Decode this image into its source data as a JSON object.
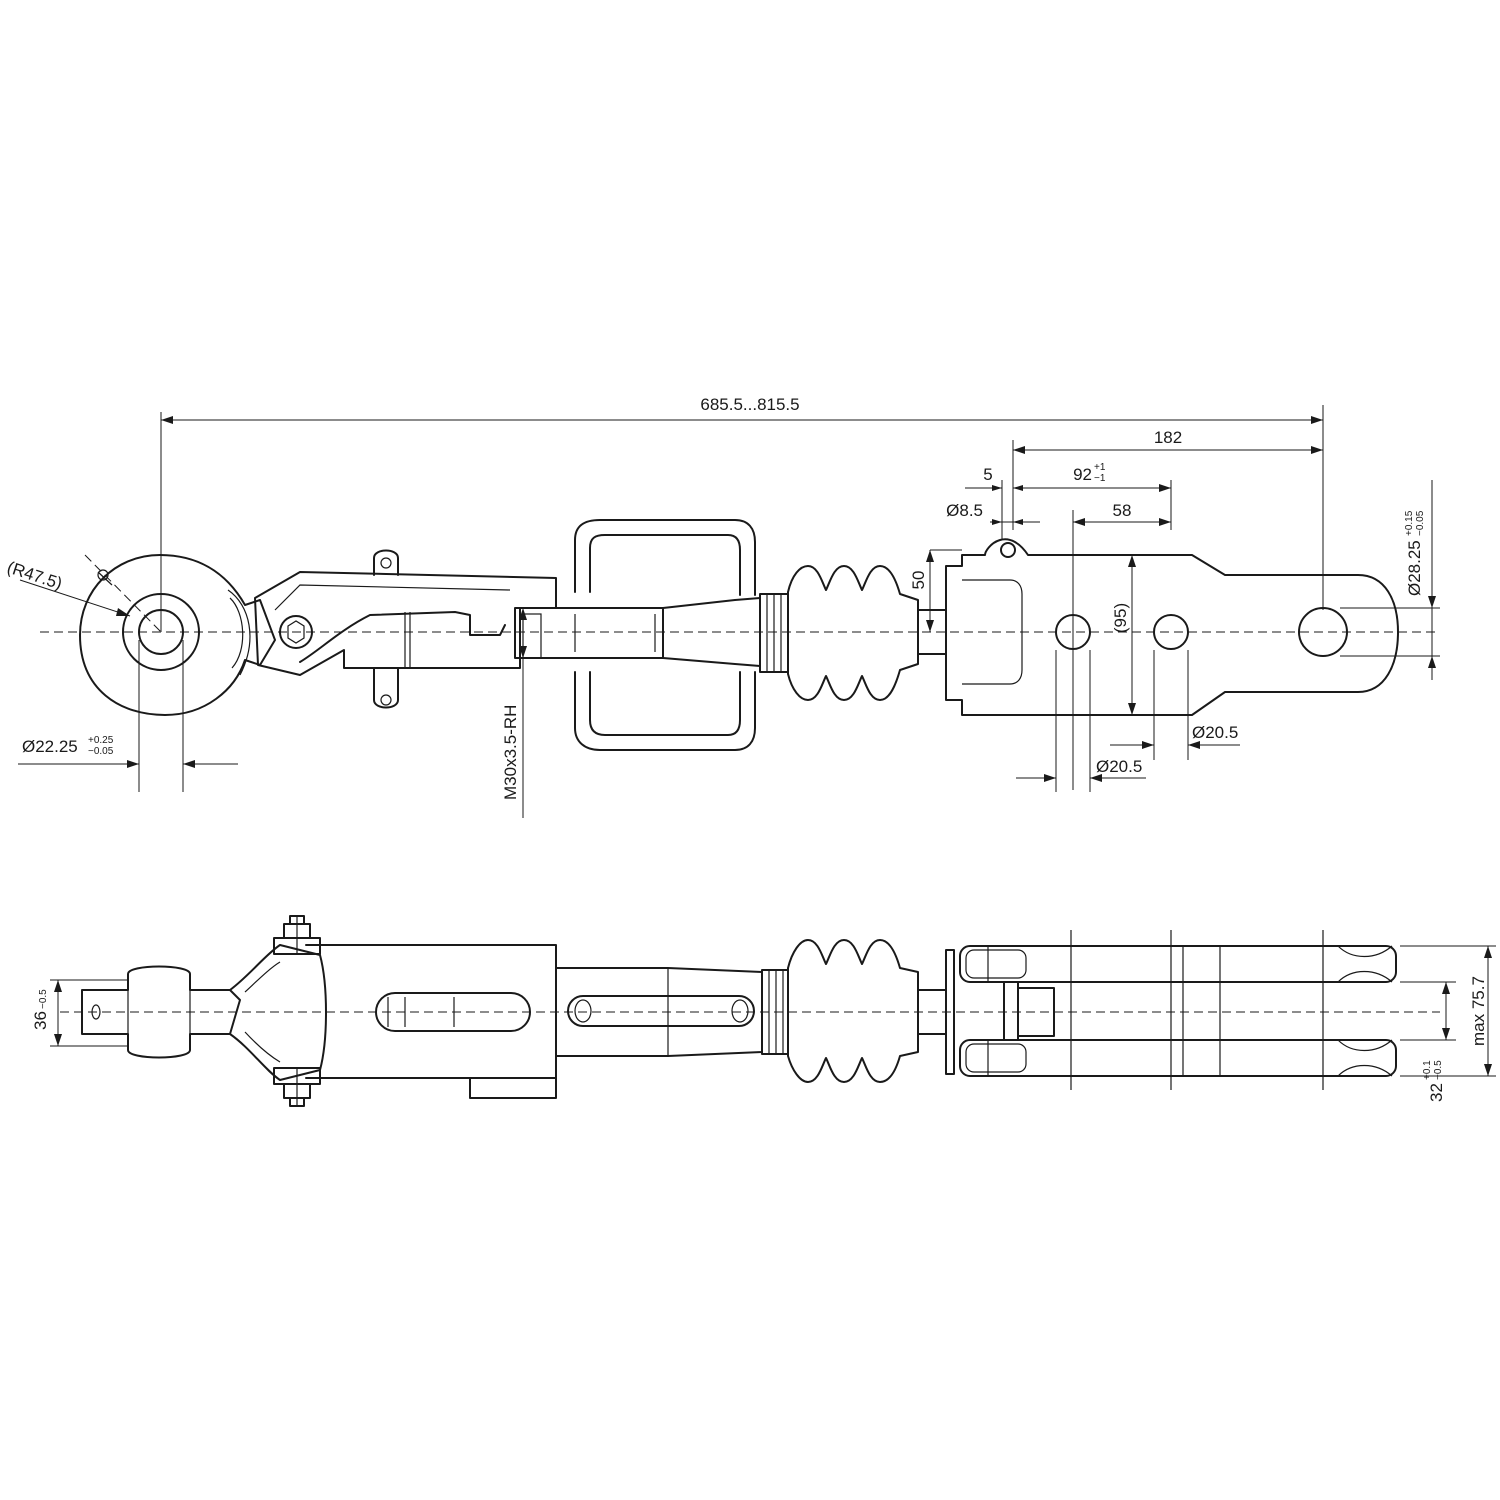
{
  "top_view": {
    "overall_length": "685.5...815.5",
    "dim_182": "182",
    "dim_5": "5",
    "dim_92": "92",
    "dim_92_upper_tol": "+1",
    "dim_92_lower_tol": "−1",
    "dia_8_5": "Ø8.5",
    "dim_58": "58",
    "radius_ball": "(R47.5)",
    "dim_50": "50",
    "dim_95": "(95)",
    "dia_28_25": "Ø28.25",
    "dia_28_25_upper_tol": "+0.15",
    "dia_28_25_lower_tol": "−0.05",
    "dia_22_25": "Ø22.25",
    "dia_22_25_upper_tol": "+0.25",
    "dia_22_25_lower_tol": "−0.05",
    "thread": "M30x3.5-RH",
    "dia_20_5_right": "Ø20.5",
    "dia_20_5_left": "Ø20.5"
  },
  "bottom_view": {
    "dim_36": "36",
    "dim_36_tol": "−0.5",
    "max_width": "max 75.7",
    "dim_32": "32",
    "dim_32_upper_tol": "+0.1",
    "dim_32_lower_tol": "−0.5"
  }
}
